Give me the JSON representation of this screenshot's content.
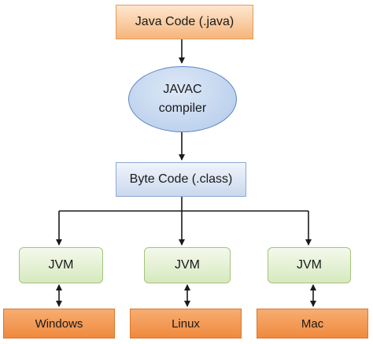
{
  "diagram": {
    "source": "Java Code (.java)",
    "compiler": {
      "line1": "JAVAC",
      "line2": "compiler"
    },
    "bytecode": "Byte Code (.class)",
    "jvms": [
      "JVM",
      "JVM",
      "JVM"
    ],
    "platforms": [
      "Windows",
      "Linux",
      "Mac"
    ]
  },
  "colors": {
    "arrow": "#1a1a1a",
    "orange_box": "#f6b57c",
    "platform_box": "#ef8a3e",
    "blue_box": "#cad8ee",
    "green_box": "#d7e9bf",
    "ellipse": "#bfd3ee"
  }
}
